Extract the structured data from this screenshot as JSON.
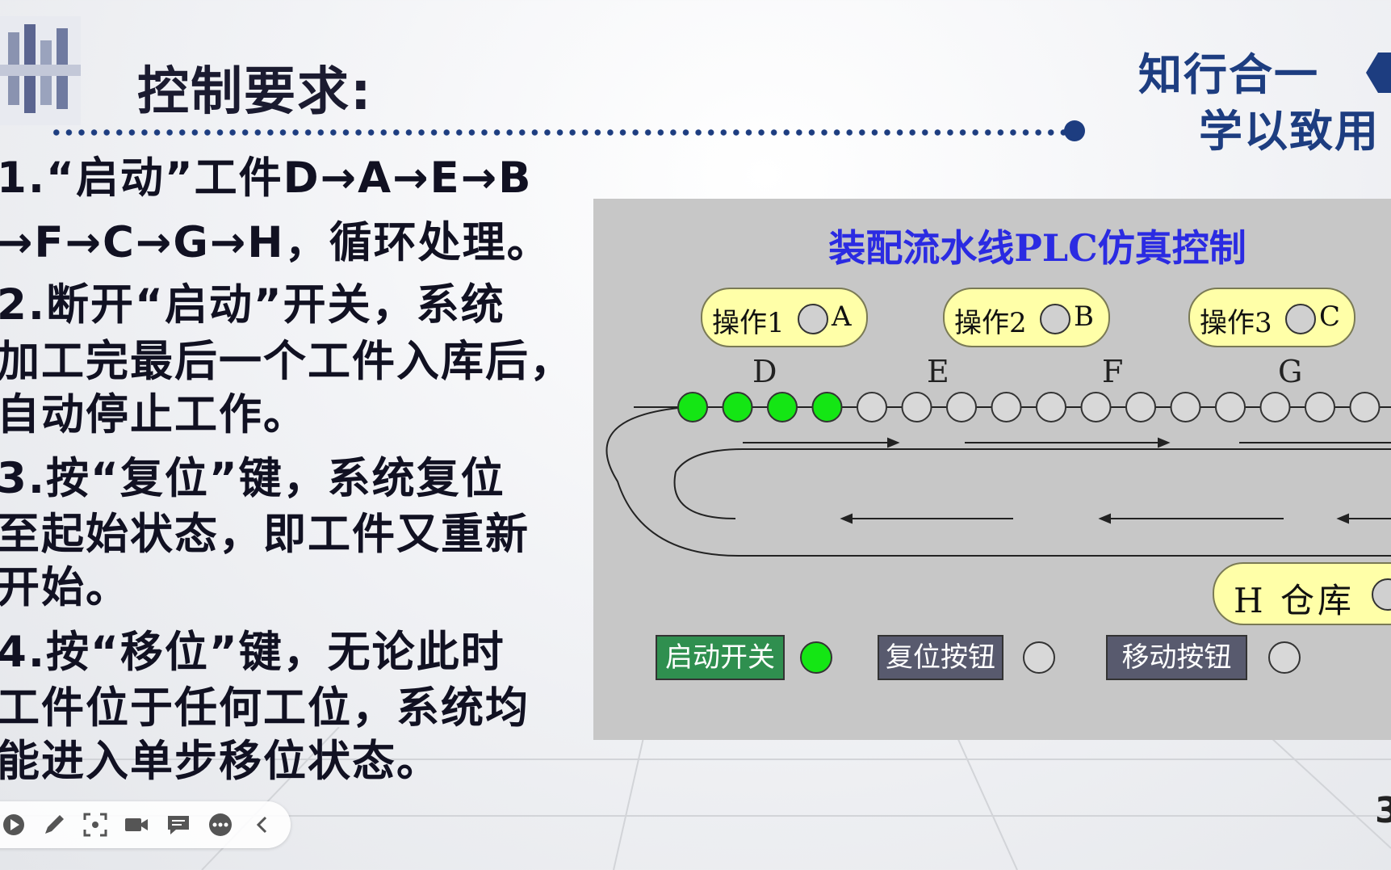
{
  "slide": {
    "title": "控制要求:",
    "slogan_line1": "知行合一",
    "slogan_line2": "学以致用",
    "requirements": [
      "1.“启动”工件D→A→E→B",
      "→F→C→G→H，循环处理。",
      "2.断开“启动”开关，系统",
      "加工完最后一个工件入库后，",
      "自动停止工作。",
      "3.按“复位”键，系统复位",
      "至起始状态，即工件又重新",
      "开始。",
      "4.按“移位”键，无论此时",
      "工件位于任何工位，系统均",
      "能进入单步移位状态。"
    ],
    "page_number": "3"
  },
  "simulation": {
    "title": "装配流水线PLC仿真控制",
    "operations": [
      {
        "label": "操作1",
        "letter": "A"
      },
      {
        "label": "操作2",
        "letter": "B"
      },
      {
        "label": "操作3",
        "letter": "C"
      }
    ],
    "stations": [
      "D",
      "E",
      "F",
      "G"
    ],
    "conveyor_slots": [
      true,
      true,
      true,
      true,
      false,
      false,
      false,
      false,
      false,
      false,
      false,
      false,
      false,
      false,
      false,
      false
    ],
    "warehouse_label": "H 仓库",
    "buttons": {
      "start": {
        "label": "启动开关",
        "indicator_on": true
      },
      "reset": {
        "label": "复位按钮",
        "indicator_on": false
      },
      "move": {
        "label": "移动按钮",
        "indicator_on": false
      }
    },
    "colors": {
      "slot_on": "#14e614",
      "slot_off": "#d8d8d8",
      "title": "#2b2be2"
    }
  },
  "toolbar": {
    "icons": [
      "play-icon",
      "pen-icon",
      "screenshot-icon",
      "camera-icon",
      "comment-icon",
      "more-icon",
      "collapse-icon"
    ]
  }
}
